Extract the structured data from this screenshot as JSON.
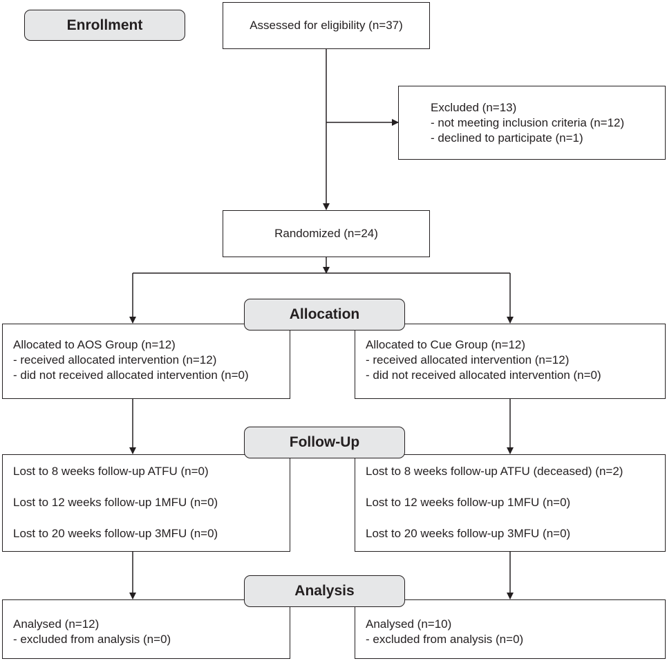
{
  "stages": {
    "enrollment": "Enrollment",
    "allocation": "Allocation",
    "follow_up": "Follow-Up",
    "analysis": "Analysis"
  },
  "assessed": "Assessed for eligibility (n=37)",
  "excluded": {
    "title": "Excluded (n=13)",
    "items": [
      "- not meeting inclusion criteria (n=12)",
      "- declined to participate (n=1)"
    ]
  },
  "randomized": "Randomized (n=24)",
  "allocation": {
    "aos": {
      "title": "Allocated to AOS Group (n=12)",
      "items": [
        "- received allocated intervention (n=12)",
        "- did not received allocated intervention (n=0)"
      ]
    },
    "cue": {
      "title": "Allocated to Cue Group (n=12)",
      "items": [
        "- received allocated intervention (n=12)",
        "- did not received allocated intervention (n=0)"
      ]
    }
  },
  "follow_up": {
    "aos": [
      "Lost to 8 weeks follow-up ATFU (n=0)",
      "Lost to 12 weeks follow-up 1MFU (n=0)",
      "Lost to 20 weeks follow-up 3MFU (n=0)"
    ],
    "cue": [
      "Lost to 8 weeks follow-up ATFU (deceased) (n=2)",
      "Lost to 12 weeks follow-up 1MFU (n=0)",
      "Lost to 20 weeks follow-up 3MFU (n=0)"
    ]
  },
  "analysis": {
    "aos": {
      "title": "Analysed (n=12)",
      "items": [
        "- excluded from analysis (n=0)"
      ]
    },
    "cue": {
      "title": "Analysed (n=10)",
      "items": [
        "- excluded from analysis (n=0)"
      ]
    }
  },
  "colors": {
    "line": "#231f20",
    "stage_fill": "#e6e7e8",
    "box_fill": "#ffffff"
  }
}
